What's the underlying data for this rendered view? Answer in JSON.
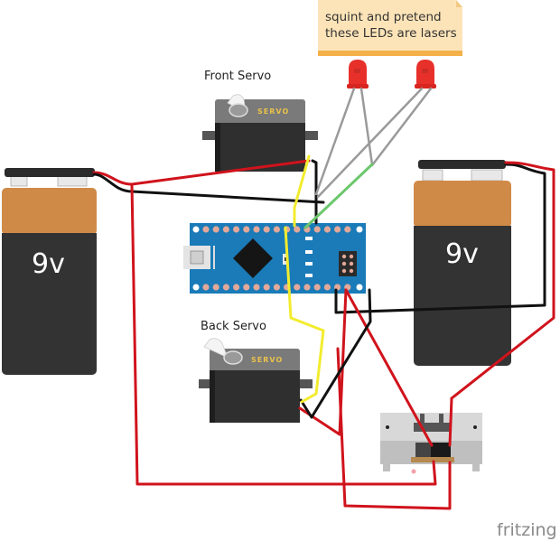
{
  "note": {
    "line1": "squint and pretend",
    "line2": "these LEDs are lasers",
    "bg_color": "#fde4b8",
    "bar_color": "#f4b14a"
  },
  "components": {
    "front_servo": {
      "label": "Front Servo",
      "brand": "SERVO"
    },
    "back_servo": {
      "label": "Back Servo",
      "brand": "SERVO"
    },
    "battery_left": {
      "label": "9v"
    },
    "battery_right": {
      "label": "9v"
    },
    "arduino": {
      "name": "Arduino Nano",
      "board_color": "#1a7bb8"
    },
    "leds": [
      {
        "color": "#e8302a"
      },
      {
        "color": "#e8302a"
      }
    ],
    "switch": {
      "name": "slide-switch"
    }
  },
  "wire_colors": {
    "power": "#d0131c",
    "ground": "#111111",
    "signal": "#f2ec2e",
    "led_lead": "#9a9a9a",
    "led_signal": "#6cc76c"
  },
  "watermark": "fritzing"
}
